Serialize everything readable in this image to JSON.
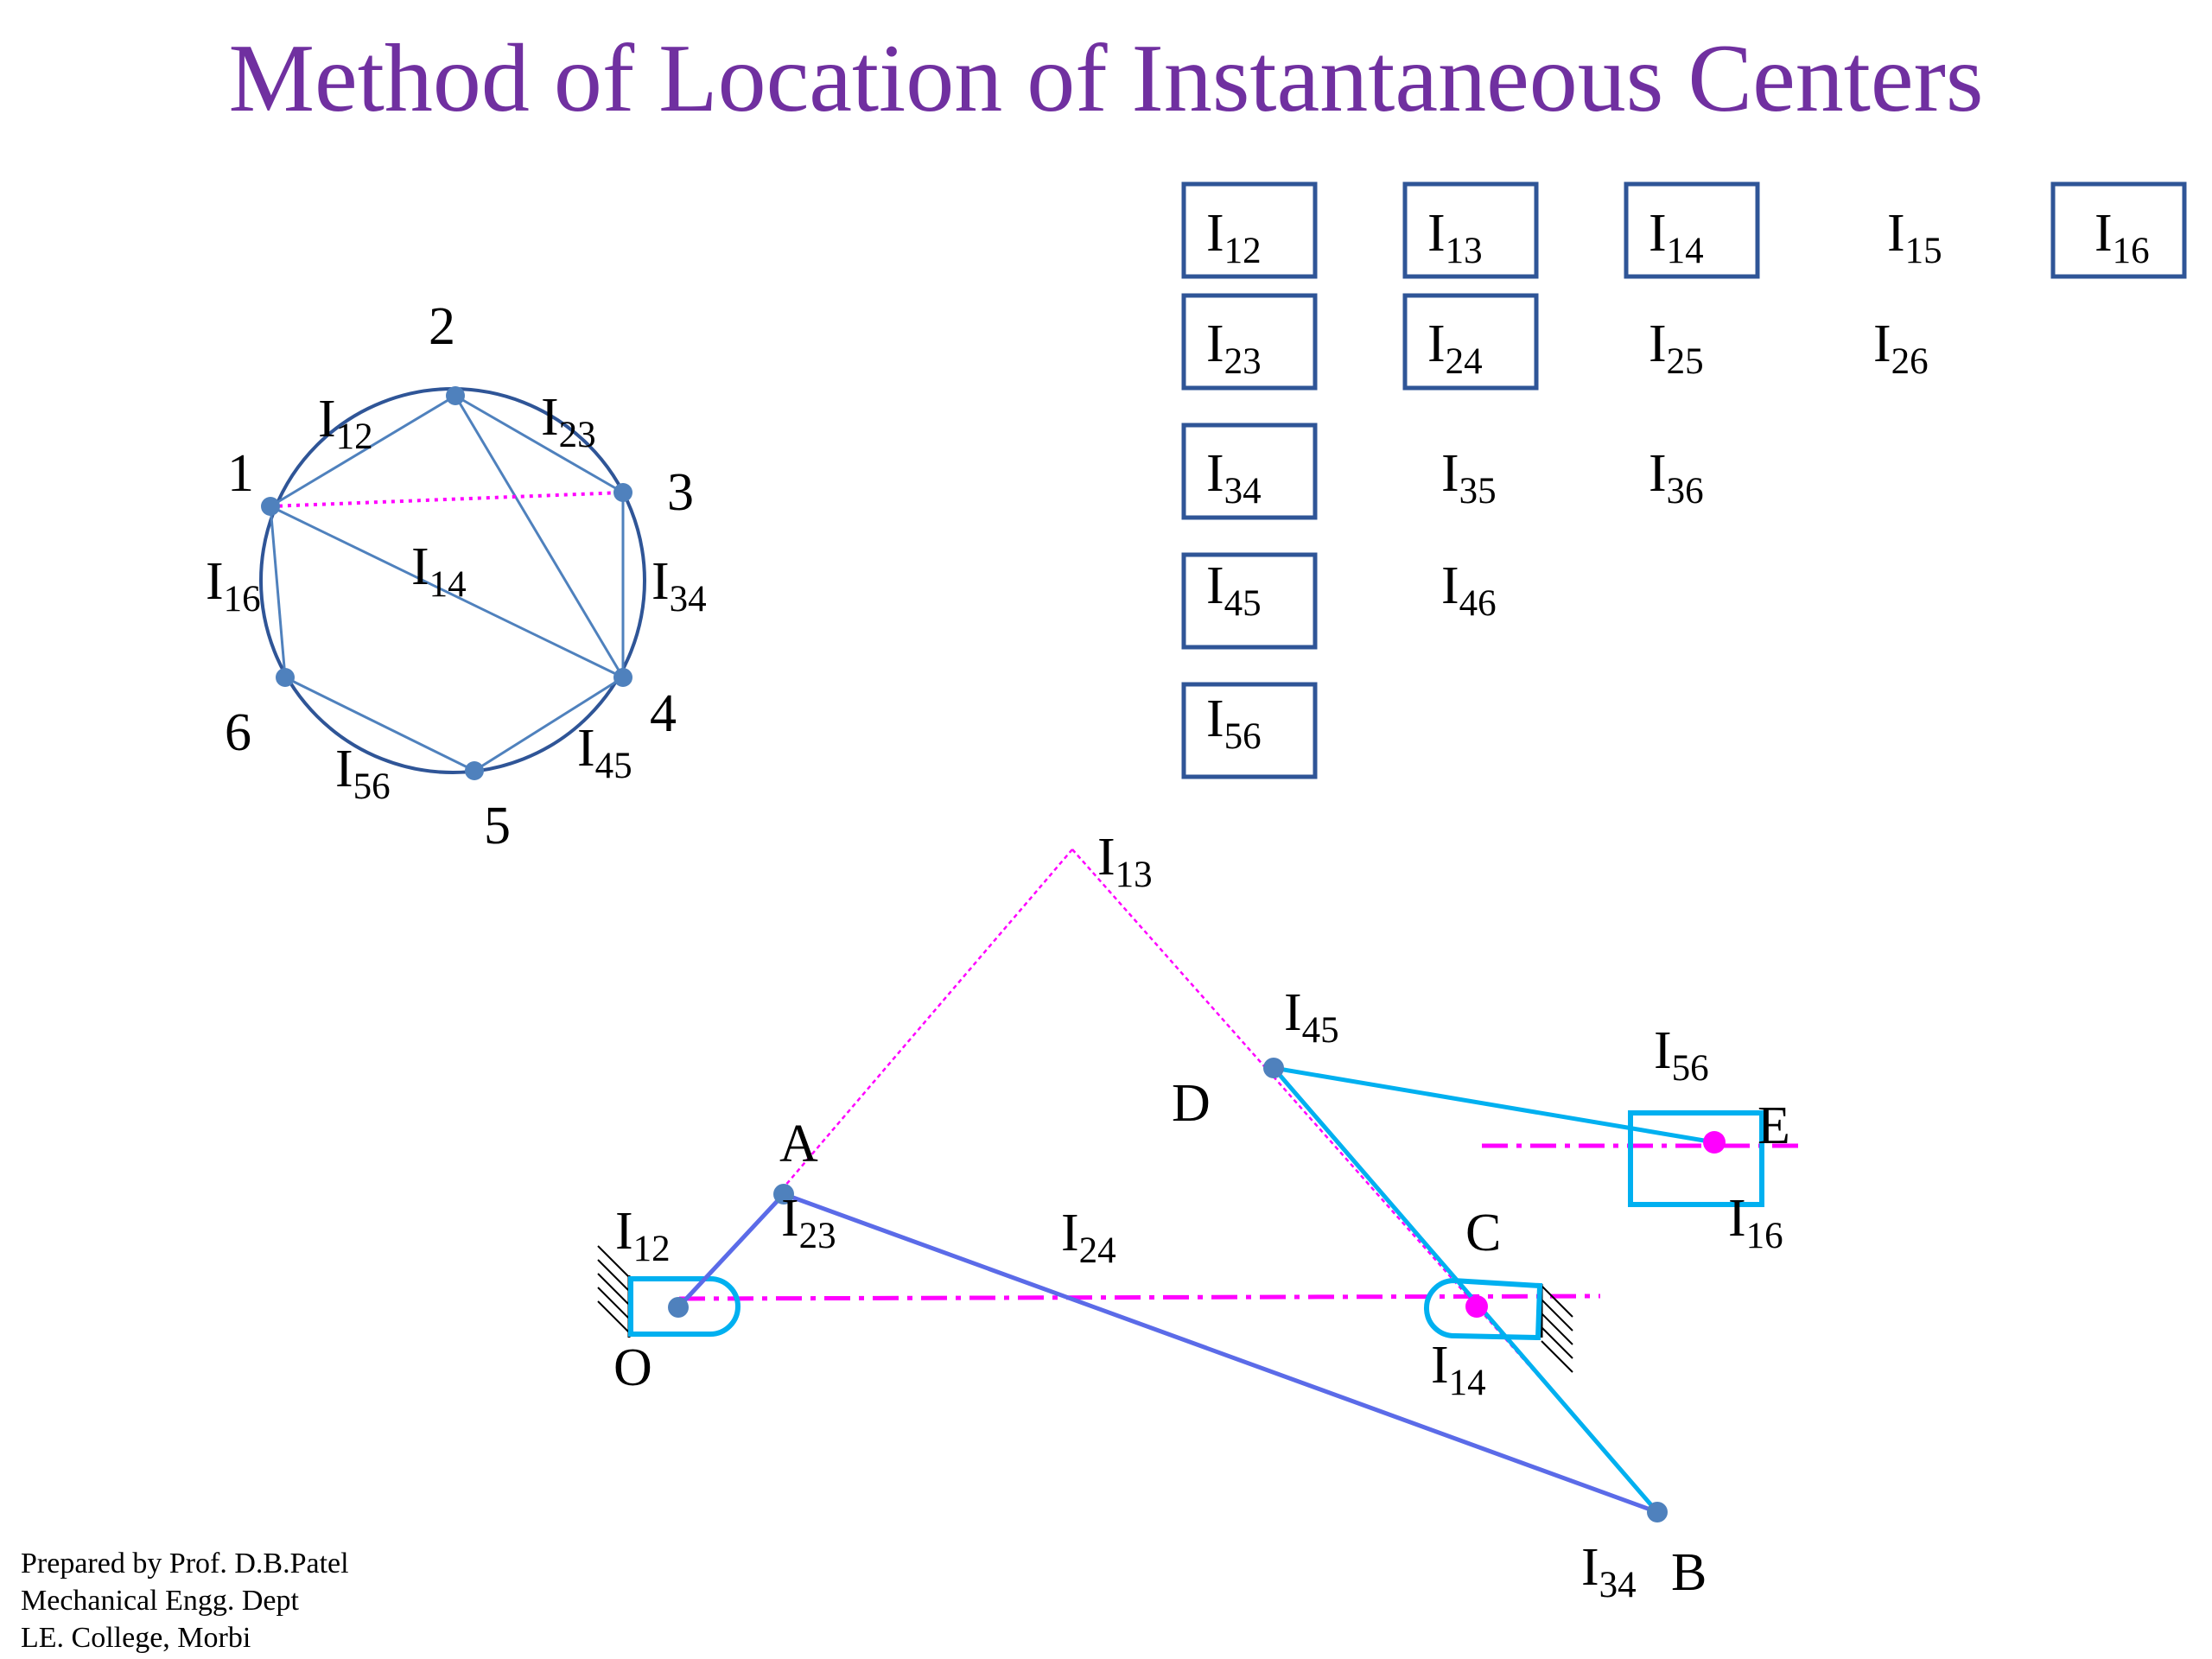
{
  "title": "Method of Location of Instantaneous Centers",
  "colors": {
    "title": "#7030a0",
    "circle_stroke": "#2f5597",
    "node_fill": "#4f81bd",
    "chord": "#4f81bd",
    "dotted_chord": "#ff00ff",
    "mechanism_link": "#00b0f0",
    "coupler_link": "#5b6be8",
    "construction": "#ff00ff",
    "ic_box_stroke": "#2f5597"
  },
  "circle_diagram": {
    "node_labels": [
      "1",
      "2",
      "3",
      "4",
      "5",
      "6"
    ],
    "ic_labels": [
      {
        "base": "I",
        "sub": "12"
      },
      {
        "base": "I",
        "sub": "23"
      },
      {
        "base": "I",
        "sub": "34"
      },
      {
        "base": "I",
        "sub": "45"
      },
      {
        "base": "I",
        "sub": "56"
      },
      {
        "base": "I",
        "sub": "16"
      },
      {
        "base": "I",
        "sub": "14"
      }
    ]
  },
  "ic_table": {
    "rows": [
      [
        {
          "base": "I",
          "sub": "12",
          "boxed": true
        },
        {
          "base": "I",
          "sub": "13",
          "boxed": true
        },
        {
          "base": "I",
          "sub": "14",
          "boxed": true
        },
        {
          "base": "I",
          "sub": "15",
          "boxed": false
        },
        {
          "base": "I",
          "sub": "16",
          "boxed": true
        }
      ],
      [
        {
          "base": "I",
          "sub": "23",
          "boxed": true
        },
        {
          "base": "I",
          "sub": "24",
          "boxed": true
        },
        {
          "base": "I",
          "sub": "25",
          "boxed": false
        },
        {
          "base": "I",
          "sub": "26",
          "boxed": false
        }
      ],
      [
        {
          "base": "I",
          "sub": "34",
          "boxed": true
        },
        {
          "base": "I",
          "sub": "35",
          "boxed": false
        },
        {
          "base": "I",
          "sub": "36",
          "boxed": false
        }
      ],
      [
        {
          "base": "I",
          "sub": "45",
          "boxed": true
        },
        {
          "base": "I",
          "sub": "46",
          "boxed": false
        }
      ],
      [
        {
          "base": "I",
          "sub": "56",
          "boxed": true
        }
      ]
    ]
  },
  "mechanism": {
    "points": {
      "O": "O",
      "A": "A",
      "B": "B",
      "C": "C",
      "D": "D",
      "E": "E"
    },
    "centers": {
      "i12": {
        "base": "I",
        "sub": "12"
      },
      "i13": {
        "base": "I",
        "sub": "13"
      },
      "i14": {
        "base": "I",
        "sub": "14"
      },
      "i16": {
        "base": "I",
        "sub": "16"
      },
      "i23": {
        "base": "I",
        "sub": "23"
      },
      "i24": {
        "base": "I",
        "sub": "24"
      },
      "i34": {
        "base": "I",
        "sub": "34"
      },
      "i45": {
        "base": "I",
        "sub": "45"
      },
      "i56": {
        "base": "I",
        "sub": "56"
      }
    }
  },
  "credits": {
    "line1": "Prepared by Prof. D.B.Patel",
    "line2": "Mechanical Engg. Dept",
    "line3": "LE. College, Morbi"
  }
}
